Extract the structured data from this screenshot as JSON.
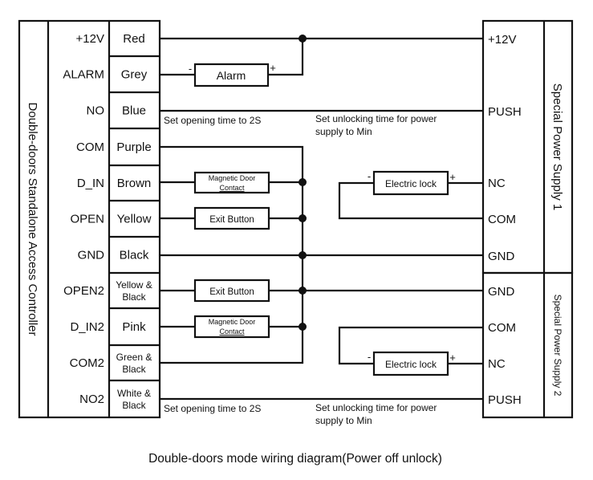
{
  "controller": {
    "title": "Double-doors Standalone Access Controller",
    "terminals": [
      {
        "terminal": "+12V",
        "wire": [
          "Red"
        ]
      },
      {
        "terminal": "ALARM",
        "wire": [
          "Grey"
        ]
      },
      {
        "terminal": "NO",
        "wire": [
          "Blue"
        ]
      },
      {
        "terminal": "COM",
        "wire": [
          "Purple"
        ]
      },
      {
        "terminal": "D_IN",
        "wire": [
          "Brown"
        ]
      },
      {
        "terminal": "OPEN",
        "wire": [
          "Yellow"
        ]
      },
      {
        "terminal": "GND",
        "wire": [
          "Black"
        ]
      },
      {
        "terminal": "OPEN2",
        "wire": [
          "Yellow &",
          "Black"
        ]
      },
      {
        "terminal": "D_IN2",
        "wire": [
          "Pink"
        ]
      },
      {
        "terminal": "COM2",
        "wire": [
          "Green &",
          "Black"
        ]
      },
      {
        "terminal": "NO2",
        "wire": [
          "White &",
          "Black"
        ]
      }
    ]
  },
  "supply1": {
    "title": "Special Power Supply 1",
    "terminals": [
      "+12V",
      "PUSH",
      "NC",
      "COM",
      "GND"
    ]
  },
  "supply2": {
    "title": "Special Power Supply 2",
    "terminals": [
      "GND",
      "COM",
      "NC",
      "PUSH"
    ]
  },
  "components": {
    "alarm": {
      "label": "Alarm",
      "minus": "-",
      "plus": "+"
    },
    "magnetic_contact": [
      "Magnetic Door",
      "Contact"
    ],
    "exit_button": "Exit Button",
    "electric_lock": {
      "label": "Electric lock",
      "minus": "-",
      "plus": "+"
    }
  },
  "notes": {
    "opening_time": "Set opening time to 2S",
    "unlocking_time": [
      "Set unlocking time for power",
      "supply to Min"
    ]
  },
  "caption": "Double-doors mode wiring diagram(Power off unlock)",
  "colors": {
    "line": "#111111",
    "background": "#ffffff"
  }
}
